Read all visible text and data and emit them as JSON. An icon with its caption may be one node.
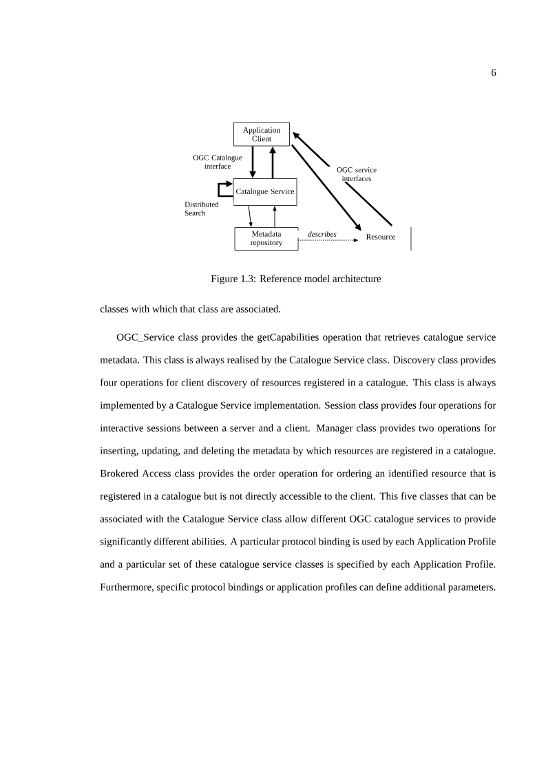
{
  "diagram": {
    "caption": "Figure 1.3: Reference model architecture",
    "nodes": [
      {
        "text": [
          "Application Client"
        ]
      },
      {
        "text": [
          "Catalogue Service"
        ]
      },
      {
        "text": [
          "Metadata repository"
        ]
      },
      {
        "text": [
          "Resource"
        ]
      }
    ],
    "edges": [
      {
        "from": 0,
        "to": 1,
        "arrow": "to",
        "label": "OGC Catalogue interface"
      },
      {
        "from": 1,
        "to": 0,
        "arrow": "to"
      },
      {
        "from": 0,
        "to": 3,
        "arrow": "to"
      },
      {
        "from": 3,
        "to": 0,
        "arrow": "to",
        "label": "OGC service interfaces"
      },
      {
        "from": 1,
        "to": 2,
        "arrow": "to"
      },
      {
        "from": 2,
        "to": 1,
        "arrow": "to"
      },
      {
        "from": 2,
        "to": 3,
        "arrow": "to",
        "style": "dashed",
        "label": "*describes*"
      },
      {
        "from": 1,
        "to": 1,
        "arrow": "to",
        "label": "Distributed Search"
      }
    ],
    "labels": [
      "6",
      "classes with which that class are associated.",
      "OGC_Service class provides the getCapabilities operation that retrieves catalogue service metadata. This class is always realised by the Catalogue Service class. Discovery class provides four operations for client discovery of resources registered in a catalogue. This class is always implemented by a Catalogue Service implementation. Session class provides four operations for interactive sessions between a server and a client. Manager class provides two operations for inserting, updating, and deleting the metadata by which resources are registered in a catalogue. Brokered Access class provides the order operation for ordering an identified resource that is registered in a catalogue but is not directly accessible to the client. This five classes that can be associated with the Catalogue Service class allow different OGC catalogue services to provide significantly different abilities. A particular protocol binding is used by each Application Profile and a particular set of these catalogue service classes is specified by each Application Profile. Furthermore, specific protocol bindings or application profiles can define additional parameters."
    ]
  }
}
